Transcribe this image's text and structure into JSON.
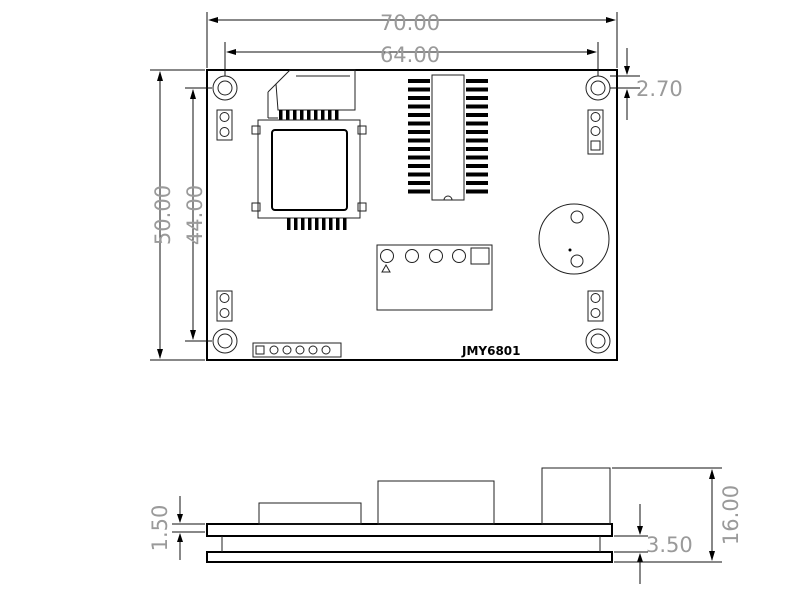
{
  "dimensions": {
    "overall_width": "70.00",
    "hole_spacing_width": "64.00",
    "hole_edge_offset": "2.70",
    "overall_height": "50.00",
    "hole_spacing_height": "44.00",
    "side_top_offset": "1.50",
    "board_gap": "3.50",
    "overall_thickness": "16.00"
  },
  "board": {
    "model_label": "JMY6801"
  }
}
